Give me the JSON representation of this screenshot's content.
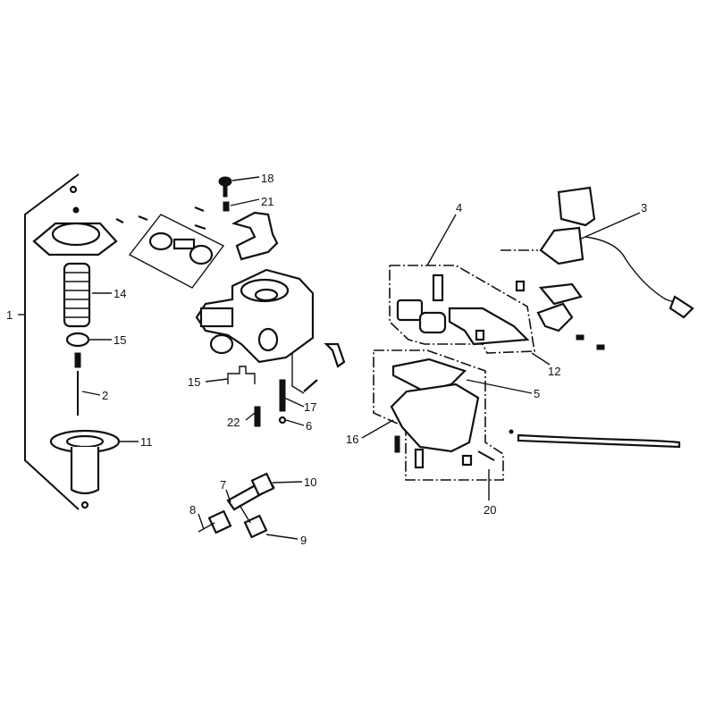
{
  "diagram": {
    "labels": {
      "p1": "1",
      "p2": "2",
      "p3": "3",
      "p4": "4",
      "p5": "5",
      "p6": "6",
      "p7": "7",
      "p8": "8",
      "p9": "9",
      "p10": "10",
      "p11": "11",
      "p12": "12",
      "p14": "14",
      "p15a": "15",
      "p15b": "15",
      "p16": "16",
      "p17": "17",
      "p18": "18",
      "p20": "20",
      "p21": "21",
      "p22": "22"
    }
  }
}
